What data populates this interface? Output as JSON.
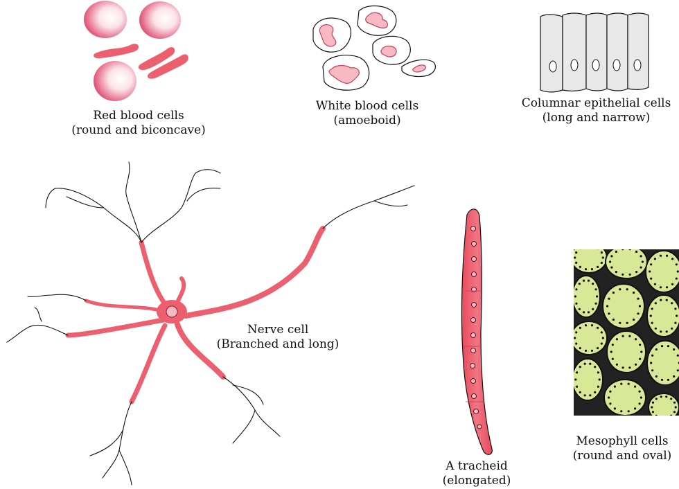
{
  "figure": {
    "panels": [
      {
        "key": "rbc",
        "name": "Red blood cells",
        "note": "(round and biconcave)"
      },
      {
        "key": "wbc",
        "name": "White blood cells",
        "note": "(amoeboid)"
      },
      {
        "key": "columnar",
        "name": "Columnar epithelial cells",
        "note": "(long and narrow)"
      },
      {
        "key": "nerve",
        "name": "Nerve cell",
        "note": "(Branched and long)"
      },
      {
        "key": "tracheid",
        "name": "A tracheid",
        "note": "(elongated)"
      },
      {
        "key": "mesophyll",
        "name": "Mesophyll cells",
        "note": "(round and oval)"
      }
    ],
    "colors": {
      "cell_pink": "#ec5f6f",
      "cell_pink_light": "#f7b9c3",
      "outline": "#111111",
      "columnar_fill": "#e8e8e8",
      "mesophyll_fill": "#d9e897",
      "mesophyll_bg": "#222222"
    }
  }
}
